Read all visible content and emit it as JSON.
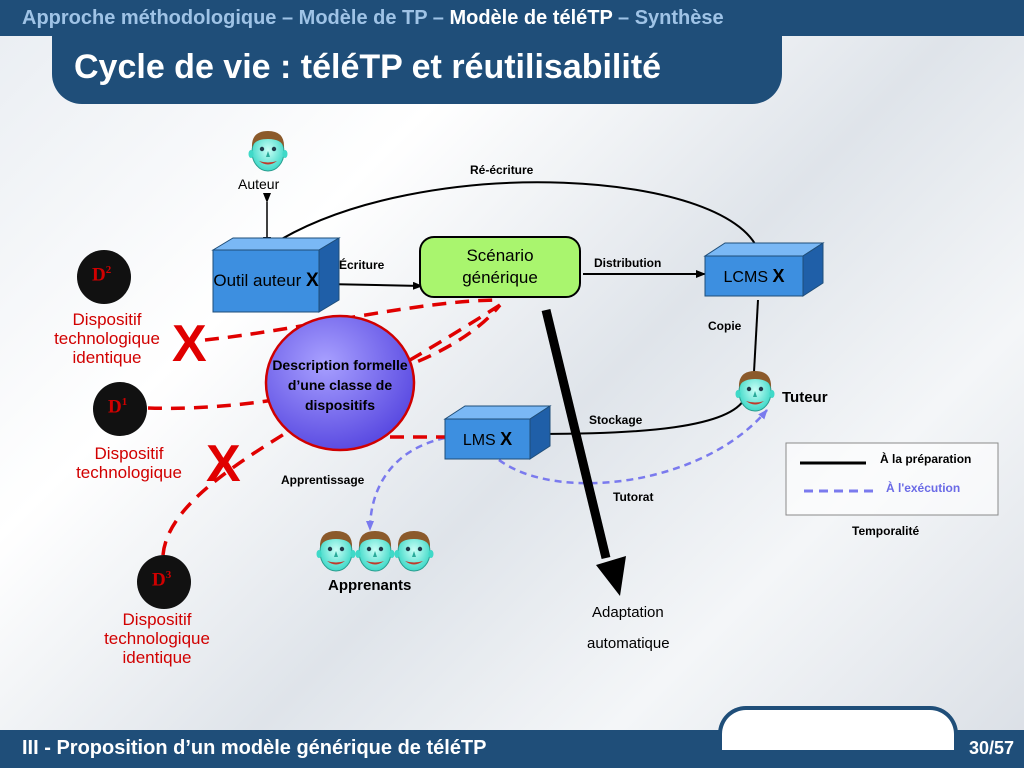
{
  "header": {
    "breadcrumb_prefix": "Approche méthodologique – Modèle de TP – ",
    "breadcrumb_current": "Modèle de téléTP",
    "breadcrumb_suffix": " – Synthèse",
    "title": "Cycle de vie : téléTP et réutilisabilité"
  },
  "footer": {
    "text": "III - Proposition d’un modèle générique de téléTP",
    "page": "30/57"
  },
  "diagram": {
    "auteur_label": "Auteur",
    "outil_auteur": "Outil auteur",
    "x_mark": "X",
    "scenario": "Scénario générique",
    "lcms": "LCMS",
    "lms": "LMS",
    "rewrite_label": "Ré-écriture",
    "writing_label": "Écriture",
    "distribution_label": "Distribution",
    "copy_label": "Copie",
    "tuteur_label": "Tuteur",
    "storage_label": "Stockage",
    "tutoring_label": "Tutorat",
    "learning_label": "Apprentissage",
    "learners_label": "Apprenants",
    "description": "Description formelle d’une classe de dispositifs",
    "adaptation_line1": "Adaptation",
    "adaptation_line2": "automatique",
    "big_x": "X",
    "devices": [
      {
        "badge": "D",
        "sup": "2",
        "label": "Dispositif technologique identique"
      },
      {
        "badge": "D",
        "sup": "1",
        "label": "Dispositif technologique"
      },
      {
        "badge": "D",
        "sup": "3",
        "label": "Dispositif technologique identique"
      }
    ],
    "legend": {
      "preparation": "À la préparation",
      "execution": "À l'exécution",
      "caption": "Temporalité"
    }
  },
  "colors": {
    "navy": "#1f4e79",
    "box_blue": "#3d8fe0",
    "scenario_green": "#a9f56e",
    "description_purple": "#6a5ae6",
    "red": "#e00000",
    "execution_blue": "#7a7aee"
  }
}
